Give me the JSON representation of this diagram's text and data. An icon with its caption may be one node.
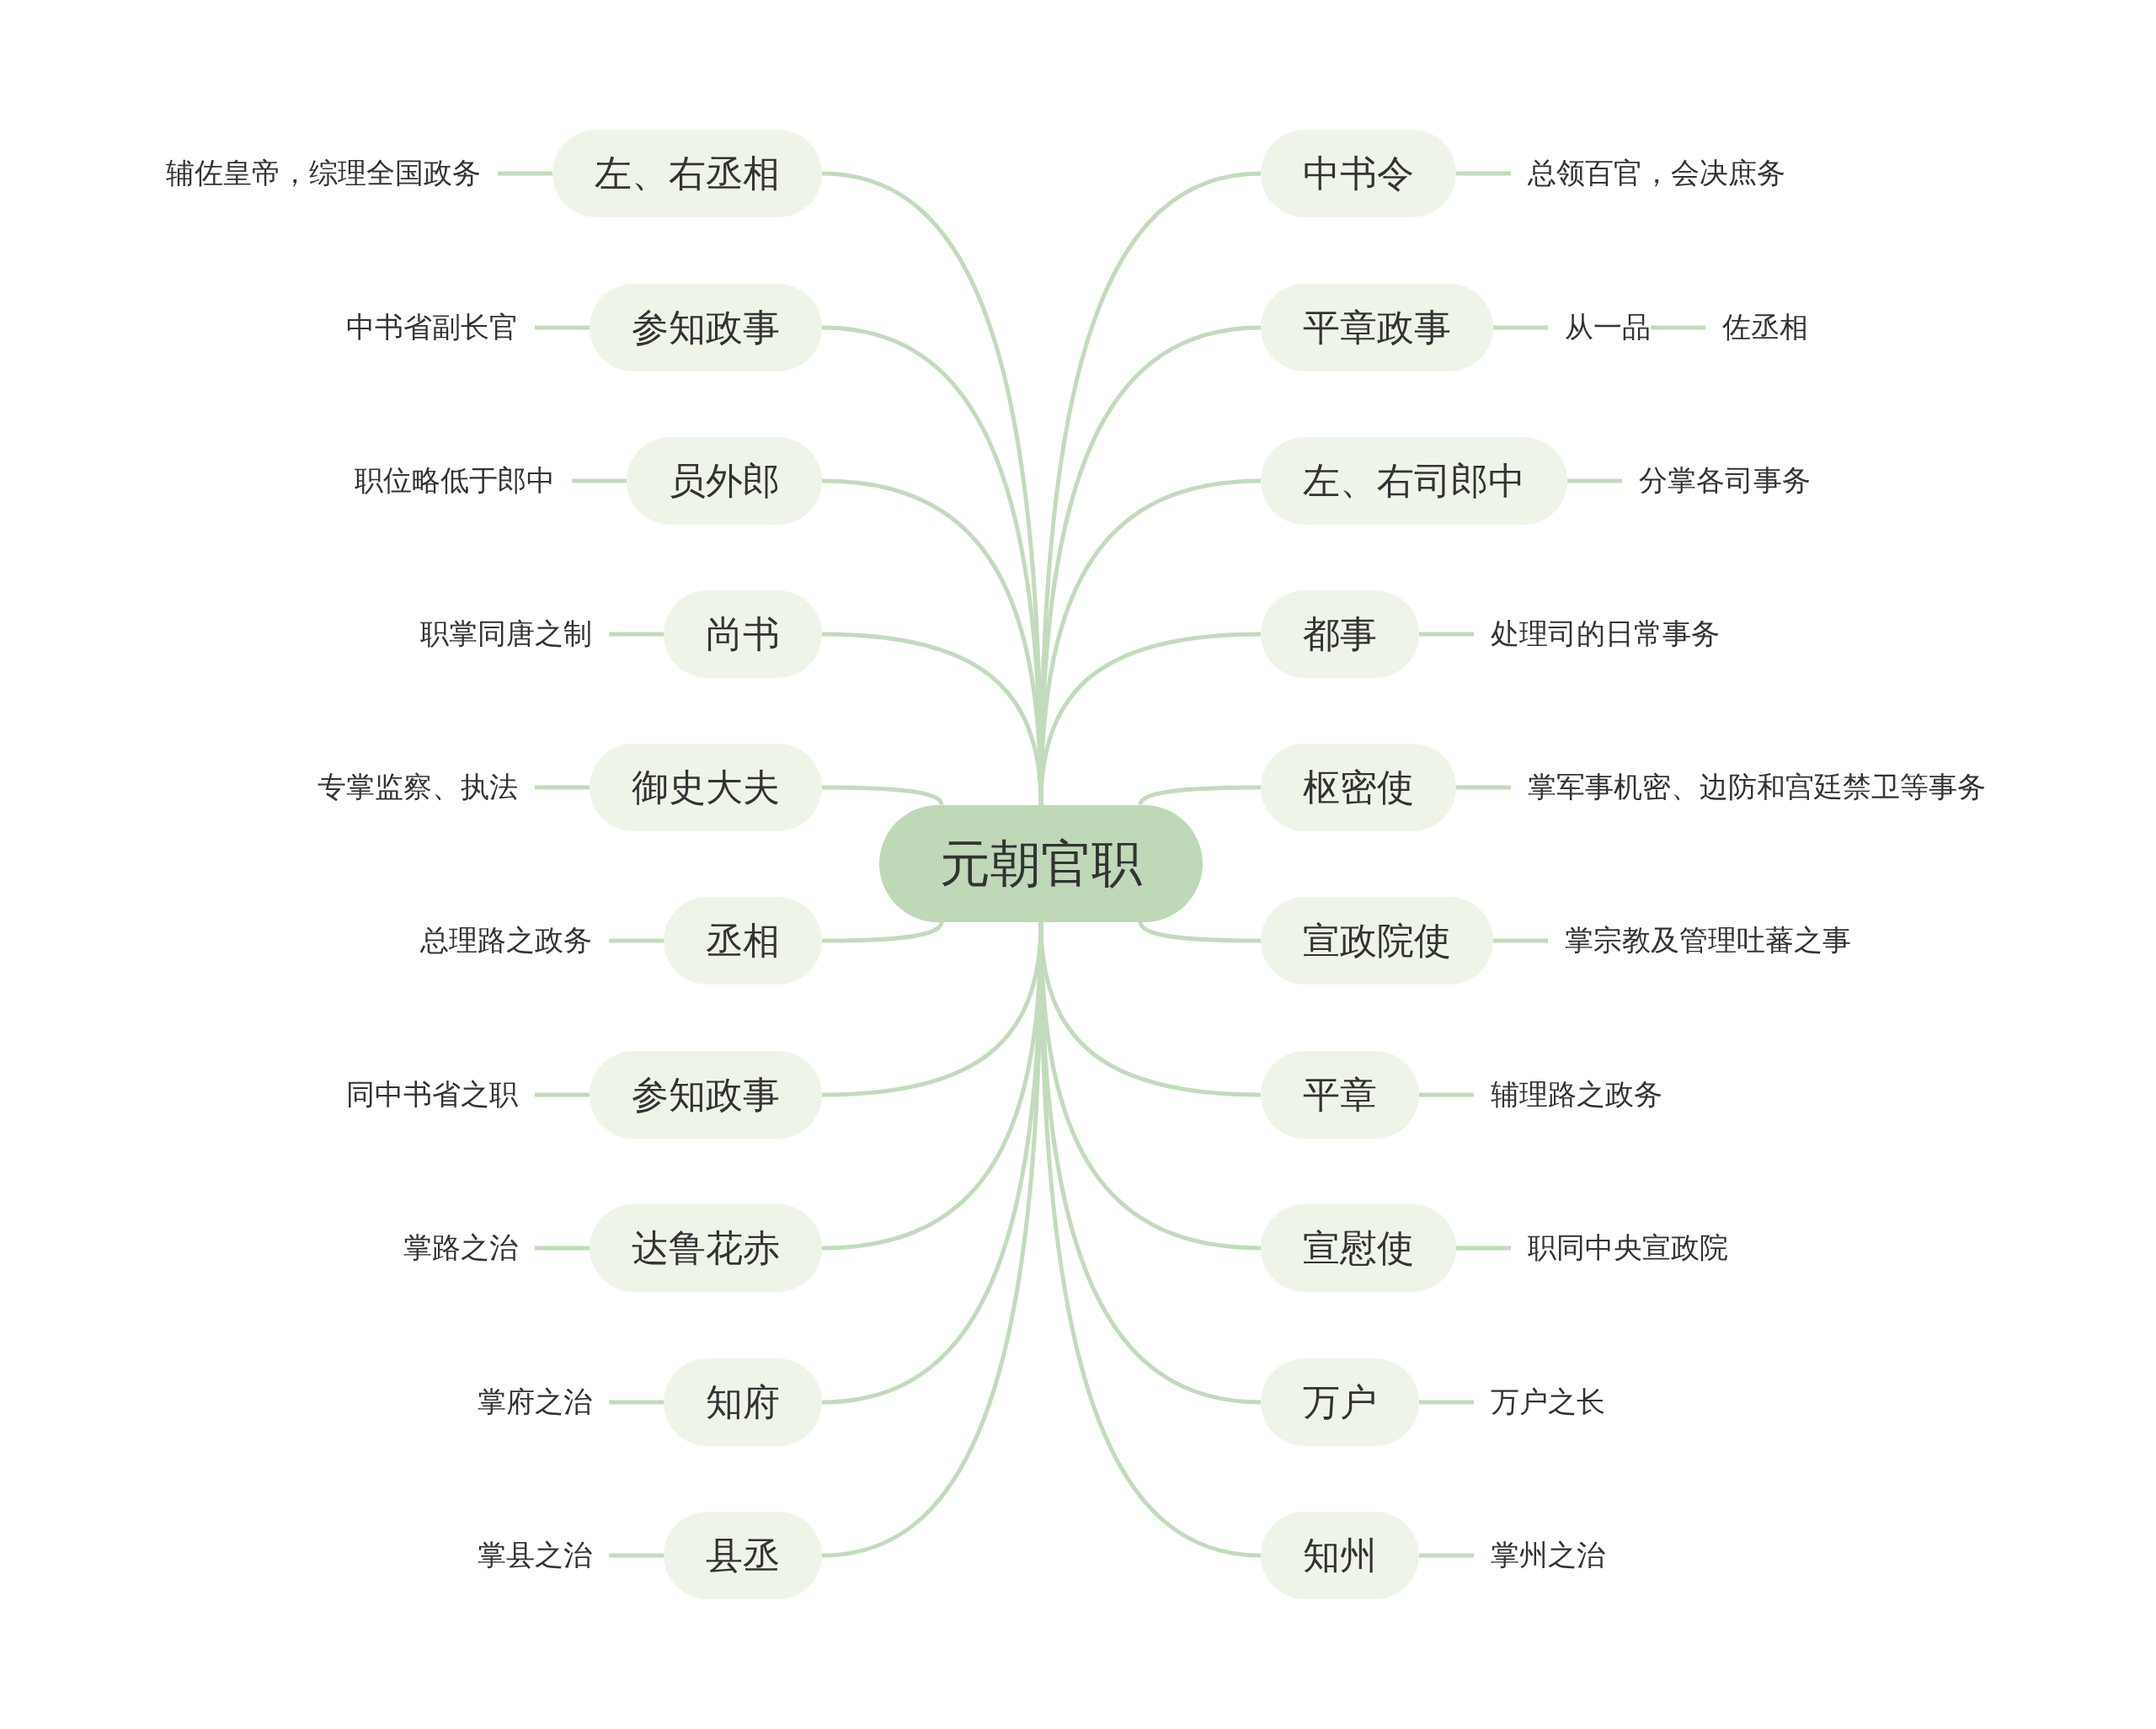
{
  "diagram": {
    "nodes": [
      {
        "text": [
          "元朝官职"
        ]
      },
      {
        "text": [
          "左、右丞相"
        ]
      },
      {
        "text": [
          "参知政事"
        ]
      },
      {
        "text": [
          "员外郎"
        ]
      },
      {
        "text": [
          "尚书"
        ]
      },
      {
        "text": [
          "御史大夫"
        ]
      },
      {
        "text": [
          "丞相"
        ]
      },
      {
        "text": [
          "参知政事"
        ]
      },
      {
        "text": [
          "达鲁花赤"
        ]
      },
      {
        "text": [
          "知府"
        ]
      },
      {
        "text": [
          "县丞"
        ]
      },
      {
        "text": [
          "中书令"
        ]
      },
      {
        "text": [
          "平章政事"
        ]
      },
      {
        "text": [
          "左、右司郎中"
        ]
      },
      {
        "text": [
          "都事"
        ]
      },
      {
        "text": [
          "枢密使"
        ]
      },
      {
        "text": [
          "宣政院使"
        ]
      },
      {
        "text": [
          "平章"
        ]
      },
      {
        "text": [
          "宣慰使"
        ]
      },
      {
        "text": [
          "万户"
        ]
      },
      {
        "text": [
          "知州"
        ]
      },
      {
        "text": [
          "辅佐皇帝，综理全国政务"
        ]
      },
      {
        "text": [
          "中书省副长官"
        ]
      },
      {
        "text": [
          "职位略低于郎中"
        ]
      },
      {
        "text": [
          "职掌同唐之制"
        ]
      },
      {
        "text": [
          "专掌监察、执法"
        ]
      },
      {
        "text": [
          "总理路之政务"
        ]
      },
      {
        "text": [
          "同中书省之职"
        ]
      },
      {
        "text": [
          "掌路之治"
        ]
      },
      {
        "text": [
          "掌府之治"
        ]
      },
      {
        "text": [
          "掌县之治"
        ]
      },
      {
        "text": [
          "总领百官，会决庶务"
        ]
      },
      {
        "text": [
          "从一品"
        ]
      },
      {
        "text": [
          "佐丞相"
        ]
      },
      {
        "text": [
          "分掌各司事务"
        ]
      },
      {
        "text": [
          "处理司的日常事务"
        ]
      },
      {
        "text": [
          "掌军事机密、边防和宫廷禁卫等事务"
        ]
      },
      {
        "text": [
          "掌宗教及管理吐蕃之事"
        ]
      },
      {
        "text": [
          "辅理路之政务"
        ]
      },
      {
        "text": [
          "职同中央宣政院"
        ]
      },
      {
        "text": [
          "万户之长"
        ]
      },
      {
        "text": [
          "掌州之治"
        ]
      }
    ],
    "edges": [
      {
        "from": 0,
        "to": 1,
        "arrow": "none"
      },
      {
        "from": 0,
        "to": 2,
        "arrow": "none"
      },
      {
        "from": 0,
        "to": 3,
        "arrow": "none"
      },
      {
        "from": 0,
        "to": 4,
        "arrow": "none"
      },
      {
        "from": 0,
        "to": 5,
        "arrow": "none"
      },
      {
        "from": 0,
        "to": 6,
        "arrow": "none"
      },
      {
        "from": 0,
        "to": 7,
        "arrow": "none"
      },
      {
        "from": 0,
        "to": 8,
        "arrow": "none"
      },
      {
        "from": 0,
        "to": 9,
        "arrow": "none"
      },
      {
        "from": 0,
        "to": 10,
        "arrow": "none"
      },
      {
        "from": 0,
        "to": 11,
        "arrow": "none"
      },
      {
        "from": 0,
        "to": 12,
        "arrow": "none"
      },
      {
        "from": 0,
        "to": 13,
        "arrow": "none"
      },
      {
        "from": 0,
        "to": 14,
        "arrow": "none"
      },
      {
        "from": 0,
        "to": 15,
        "arrow": "none"
      },
      {
        "from": 0,
        "to": 16,
        "arrow": "none"
      },
      {
        "from": 0,
        "to": 17,
        "arrow": "none"
      },
      {
        "from": 0,
        "to": 18,
        "arrow": "none"
      },
      {
        "from": 0,
        "to": 19,
        "arrow": "none"
      },
      {
        "from": 0,
        "to": 20,
        "arrow": "none"
      },
      {
        "from": 1,
        "to": 21,
        "arrow": "none"
      },
      {
        "from": 2,
        "to": 22,
        "arrow": "none"
      },
      {
        "from": 3,
        "to": 23,
        "arrow": "none"
      },
      {
        "from": 4,
        "to": 24,
        "arrow": "none"
      },
      {
        "from": 5,
        "to": 25,
        "arrow": "none"
      },
      {
        "from": 6,
        "to": 26,
        "arrow": "none"
      },
      {
        "from": 7,
        "to": 27,
        "arrow": "none"
      },
      {
        "from": 8,
        "to": 28,
        "arrow": "none"
      },
      {
        "from": 9,
        "to": 29,
        "arrow": "none"
      },
      {
        "from": 10,
        "to": 30,
        "arrow": "none"
      },
      {
        "from": 11,
        "to": 31,
        "arrow": "none"
      },
      {
        "from": 12,
        "to": 32,
        "arrow": "none"
      },
      {
        "from": 32,
        "to": 33,
        "arrow": "none"
      },
      {
        "from": 13,
        "to": 34,
        "arrow": "none"
      },
      {
        "from": 14,
        "to": 35,
        "arrow": "none"
      },
      {
        "from": 15,
        "to": 36,
        "arrow": "none"
      },
      {
        "from": 16,
        "to": 37,
        "arrow": "none"
      },
      {
        "from": 17,
        "to": 38,
        "arrow": "none"
      },
      {
        "from": 18,
        "to": 39,
        "arrow": "none"
      },
      {
        "from": 19,
        "to": 40,
        "arrow": "none"
      },
      {
        "from": 20,
        "to": 41,
        "arrow": "none"
      }
    ]
  }
}
